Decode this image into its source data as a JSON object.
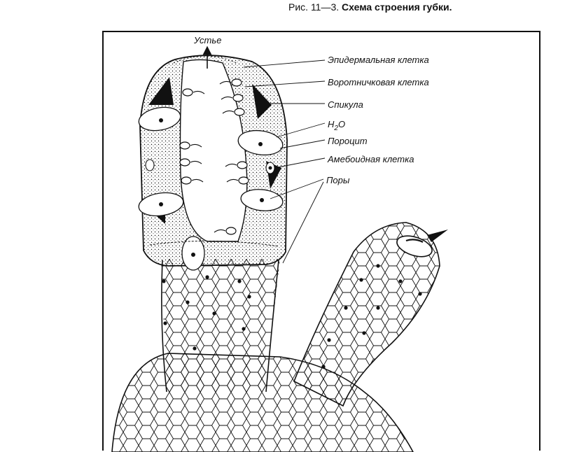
{
  "figure": {
    "caption_prefix": "Рис. 11—3.",
    "caption_title": "Схема строения губки."
  },
  "labels": {
    "osculum": "Устье",
    "epidermal": "Эпидермальная клетка",
    "collar": "Воротничковая клетка",
    "spicule": "Спикула",
    "water_H": "H",
    "water_2": "2",
    "water_O": "O",
    "porocyte": "Пороцит",
    "amoeboid": "Амебоидная клетка",
    "pores": "Поры"
  },
  "colors": {
    "ink": "#111111",
    "paper": "#ffffff"
  }
}
